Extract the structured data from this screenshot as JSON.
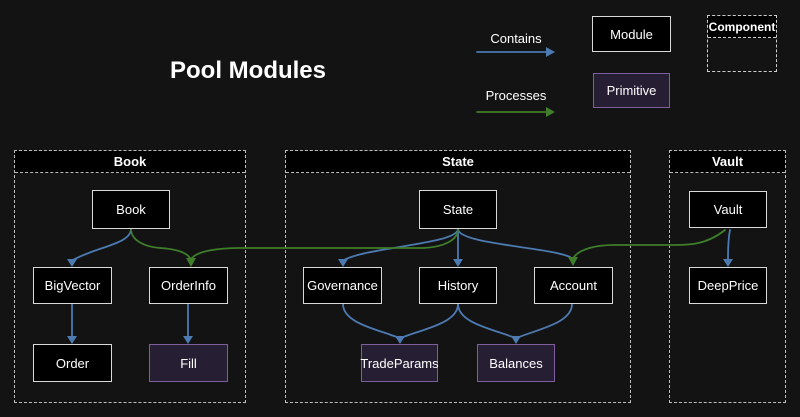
{
  "title": "Pool Modules",
  "legend": {
    "contains_label": "Contains",
    "processes_label": "Processes",
    "module_label": "Module",
    "primitive_label": "Primitive",
    "component_label": "Component"
  },
  "colors": {
    "contains_blue": "#4c7ab1",
    "processes_green": "#3f7e2a",
    "module_fill": "#000000",
    "module_border": "#d9d9d9",
    "primitive_fill": "#261e33",
    "primitive_border": "#7e5e9e",
    "background": "#131313"
  },
  "clusters": [
    {
      "label": "Book",
      "nodes": [
        "Book",
        "BigVector",
        "OrderInfo",
        "Order",
        "Fill"
      ]
    },
    {
      "label": "State",
      "nodes": [
        "State",
        "Governance",
        "History",
        "Account",
        "TradeParams",
        "Balances"
      ]
    },
    {
      "label": "Vault",
      "nodes": [
        "Vault",
        "DeepPrice"
      ]
    }
  ],
  "nodes": {
    "book": {
      "label": "Book",
      "type": "module"
    },
    "bigvector": {
      "label": "BigVector",
      "type": "module"
    },
    "orderinfo": {
      "label": "OrderInfo",
      "type": "module"
    },
    "order": {
      "label": "Order",
      "type": "module"
    },
    "fill": {
      "label": "Fill",
      "type": "primitive"
    },
    "state": {
      "label": "State",
      "type": "module"
    },
    "governance": {
      "label": "Governance",
      "type": "module"
    },
    "history": {
      "label": "History",
      "type": "module"
    },
    "account": {
      "label": "Account",
      "type": "module"
    },
    "tradeparams": {
      "label": "TradeParams",
      "type": "primitive"
    },
    "balances": {
      "label": "Balances",
      "type": "primitive"
    },
    "vault": {
      "label": "Vault",
      "type": "module"
    },
    "deepprice": {
      "label": "DeepPrice",
      "type": "module"
    }
  },
  "edges": [
    {
      "from": "Book",
      "to": "BigVector",
      "relation": "contains"
    },
    {
      "from": "Book",
      "to": "OrderInfo",
      "relation": "processes"
    },
    {
      "from": "State",
      "to": "OrderInfo",
      "relation": "processes"
    },
    {
      "from": "Vault",
      "to": "Account",
      "relation": "processes"
    },
    {
      "from": "BigVector",
      "to": "Order",
      "relation": "contains"
    },
    {
      "from": "OrderInfo",
      "to": "Fill",
      "relation": "contains"
    },
    {
      "from": "State",
      "to": "Governance",
      "relation": "contains"
    },
    {
      "from": "State",
      "to": "History",
      "relation": "contains"
    },
    {
      "from": "State",
      "to": "Account",
      "relation": "contains"
    },
    {
      "from": "Governance",
      "to": "TradeParams",
      "relation": "contains"
    },
    {
      "from": "History",
      "to": "TradeParams",
      "relation": "contains"
    },
    {
      "from": "History",
      "to": "Balances",
      "relation": "contains"
    },
    {
      "from": "Account",
      "to": "Balances",
      "relation": "contains"
    },
    {
      "from": "Vault",
      "to": "DeepPrice",
      "relation": "contains"
    }
  ]
}
